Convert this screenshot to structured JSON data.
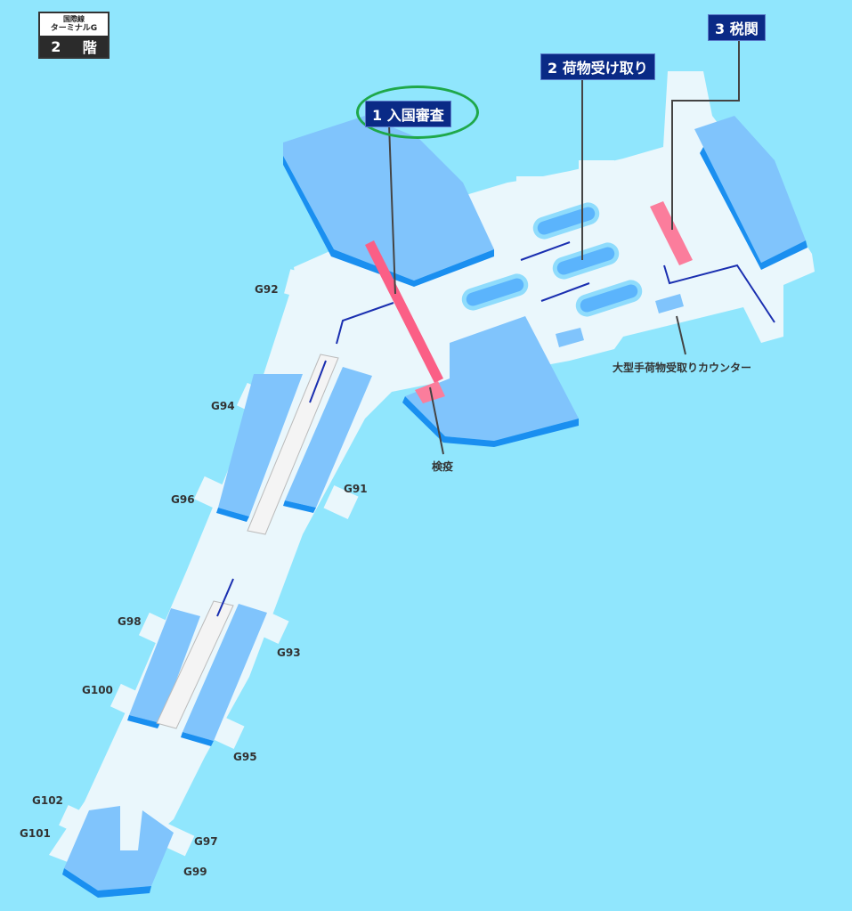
{
  "floor_badge": {
    "line1": "国際線",
    "line2": "ターミナルG",
    "floor_number": "2",
    "floor_unit": "階"
  },
  "steps": [
    {
      "number": "1",
      "label": "入国審査",
      "highlighted": true
    },
    {
      "number": "2",
      "label": "荷物受け取り"
    },
    {
      "number": "3",
      "label": "税関"
    }
  ],
  "facilities": {
    "quarantine": "検疫",
    "oversized_baggage": "大型手荷物受取りカウンター"
  },
  "gates": [
    "G92",
    "G94",
    "G91",
    "G96",
    "G98",
    "G93",
    "G100",
    "G95",
    "G102",
    "G101",
    "G97",
    "G99"
  ],
  "colors": {
    "water": "#90e6fd",
    "floor": "#eaf7fc",
    "block_top": "#80c4fc",
    "block_side": "#1a8ff0",
    "counter": "#fb7d9c",
    "callout": "#0a2a86",
    "highlight": "#1fa84a",
    "arrow": "#1a2fb0"
  }
}
